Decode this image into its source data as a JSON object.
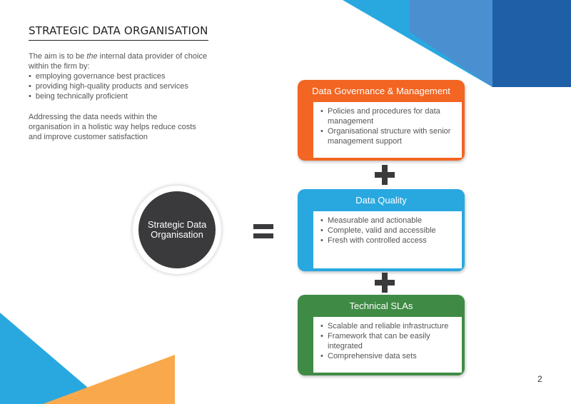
{
  "page": {
    "title": "STRATEGIC DATA ORGANISATION",
    "page_number": "2"
  },
  "intro": {
    "before_em": "The aim is to be ",
    "em": "the",
    "after_em": " internal data provider of choice within the firm by:",
    "bullets": [
      "employing governance best practices",
      "providing high-quality products and services",
      "being technically proficient"
    ],
    "paragraph": "Addressing the data needs within the organisation in a holistic way helps reduce costs and improve customer satisfaction"
  },
  "equation": {
    "circle_label": "Strategic Data Organisation"
  },
  "boxes": [
    {
      "title": "Data Governance & Management",
      "color": "#f26522",
      "items": [
        "Policies and procedures for data management",
        "Organisational structure with senior management support"
      ]
    },
    {
      "title": "Data Quality",
      "color": "#29a8e0",
      "items": [
        "Measurable and actionable",
        "Complete, valid and accessible",
        "Fresh with controlled access"
      ]
    },
    {
      "title": "Technical SLAs",
      "color": "#3f8b45",
      "items": [
        "Scalable and reliable infrastructure",
        "Framework that can be easily integrated",
        "Comprehensive data sets"
      ]
    }
  ],
  "colors": {
    "decor_blue_light": "#29a8e0",
    "decor_blue_mid": "#4a8fd0",
    "decor_blue_dark": "#1f5fa8",
    "decor_orange": "#f9a94b",
    "dark": "#3a3a3c"
  }
}
